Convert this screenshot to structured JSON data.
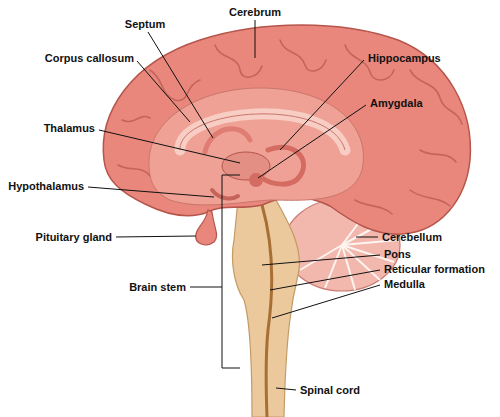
{
  "diagram": {
    "labels": [
      "Septum",
      "Cerebrum",
      "Corpus callosum",
      "Hippocampus",
      "Amygdala",
      "Thalamus",
      "Hypothalamus",
      "Pituitary gland",
      "Cerebellum",
      "Pons",
      "Reticular formation",
      "Medulla",
      "Brain stem",
      "Spinal cord"
    ]
  }
}
